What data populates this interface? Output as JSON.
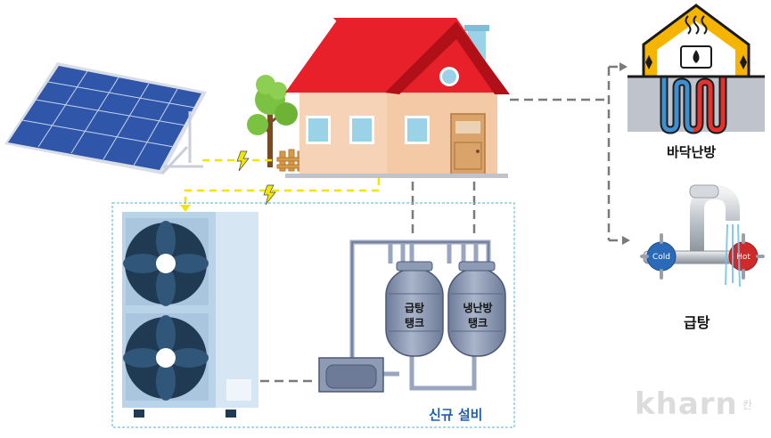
{
  "labels": {
    "floor_heating": "바닥난방",
    "hot_water": "급탕",
    "new_equipment": "신규 설비",
    "tank_hot_water": "급탕\n탱크",
    "tank_cooling_heating": "냉난방\n탱크",
    "tap_cold": "Cold",
    "tap_hot": "Hot"
  },
  "watermark": {
    "main": "kharn",
    "sub": "칸"
  },
  "colors": {
    "power_line": "#f2e600",
    "pipe_line": "#7a7a7a",
    "equipment_border": "#6fc3d8",
    "roof": "#e8202a",
    "house_wall": "#f6d3b6",
    "solar_panel": "#2f56a8",
    "tank": "#8e9bb5",
    "pipe": "#9aa6bf",
    "heat_pump": "#d6e6f3",
    "fan": "#1f3a52",
    "house_icon": "#f5b400",
    "floor_hot": "#e5322d",
    "floor_cold": "#3c8fd0",
    "label_blue": "#1f5fb0"
  },
  "icons": {
    "solar": "solar-panel-icon",
    "house": "house-icon",
    "tree": "tree-icon",
    "heat_pump": "heat-pump-icon",
    "floor_heating": "floor-heating-icon",
    "faucet": "faucet-icon",
    "lightning": "lightning-icon"
  }
}
